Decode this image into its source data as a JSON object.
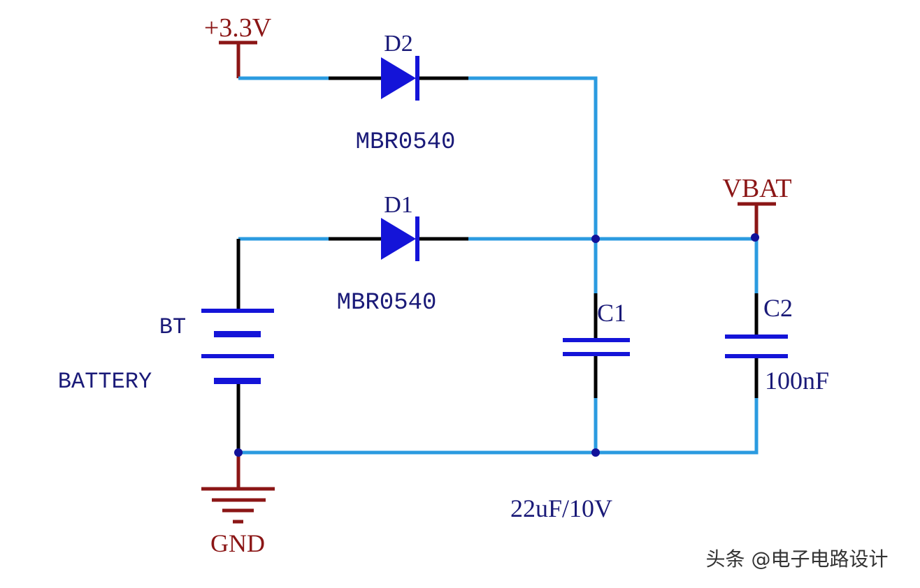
{
  "colors": {
    "wire": "#2b9be0",
    "pin": "#000000",
    "component": "#1414d8",
    "power": "#8b1616",
    "label": "#1a1a78",
    "junction": "#12129a"
  },
  "power_ports": {
    "vcc": "+3.3V",
    "vbat": "VBAT",
    "gnd": "GND"
  },
  "components": {
    "d2": {
      "designator": "D2",
      "value": "MBR0540"
    },
    "d1": {
      "designator": "D1",
      "value": "MBR0540"
    },
    "bt": {
      "designator": "BT",
      "value": "BATTERY"
    },
    "c1": {
      "designator": "C1",
      "value": "22uF/10V"
    },
    "c2": {
      "designator": "C2",
      "value": "100nF"
    }
  },
  "watermark": "头条 @电子电路设计"
}
